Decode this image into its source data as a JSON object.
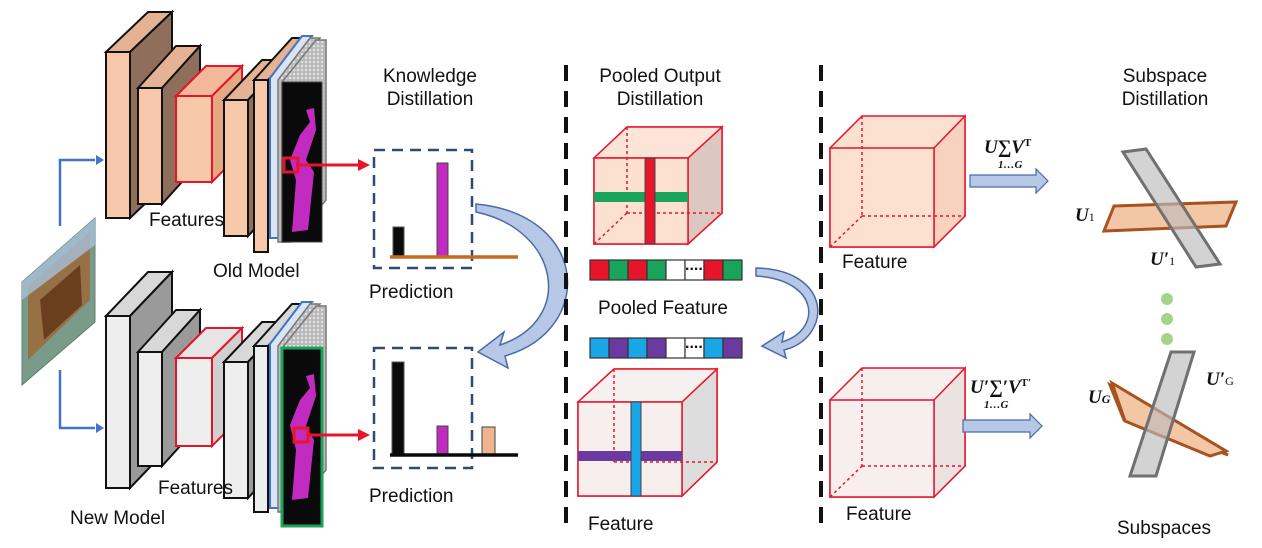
{
  "labels": {
    "knowledge_distillation_1": "Knowledge",
    "knowledge_distillation_2": "Distillation",
    "pooled_output_1": "Pooled Output",
    "pooled_output_2": "Distillation",
    "subspace_distillation_1": "Subspace",
    "subspace_distillation_2": "Distillation",
    "features_old": "Features",
    "features_new": "Features",
    "old_model": "Old Model",
    "new_model": "New Model",
    "prediction_old": "Prediction",
    "prediction_new": "Prediction",
    "pooled_feature": "Pooled Feature",
    "feature_pooled": "Feature",
    "feature_sub_top": "Feature",
    "feature_sub_bottom": "Feature",
    "subspaces": "Subspaces",
    "ellipsis_top": "....",
    "ellipsis_bottom": "...."
  },
  "math": {
    "svd_old_main": "U∑V",
    "svd_old_sup": "T",
    "svd_old_range": "1…G",
    "svd_new_main": "U′∑′V",
    "svd_new_sup": "T′",
    "svd_new_range": "1…G",
    "u1": "U",
    "u1_sub": "1",
    "u1p": "U′",
    "u1p_sub": "1",
    "ug": "U",
    "ug_sub": "G",
    "ugp": "U′",
    "ugp_sub": "G"
  },
  "pooled_vectors": {
    "old_colors": [
      "#e8142a",
      "#1aa35a",
      "#e8142a",
      "#1aa35a",
      "",
      "",
      "#e8142a",
      "#1aa35a"
    ],
    "new_colors": [
      "#19a6e6",
      "#6a3aa0",
      "#19a6e6",
      "#6a3aa0",
      "",
      "",
      "#19a6e6",
      "#6a3aa0"
    ]
  },
  "colors": {
    "old_feature_fill": "#f6c7a8",
    "new_feature_fill": "#eaeaea",
    "cube_edge": "#e8142a",
    "dashed_box": "#2f4a74",
    "arrow_fill": "#b7c8e6",
    "arrow_edge": "#4a6aa8",
    "axis_old": "#c66a20",
    "bar_magenta": "#c22bbf",
    "bar_peach": "#f0b48e",
    "blue_input_arrow": "#4472c4",
    "green_dot": "#a6d38a"
  }
}
